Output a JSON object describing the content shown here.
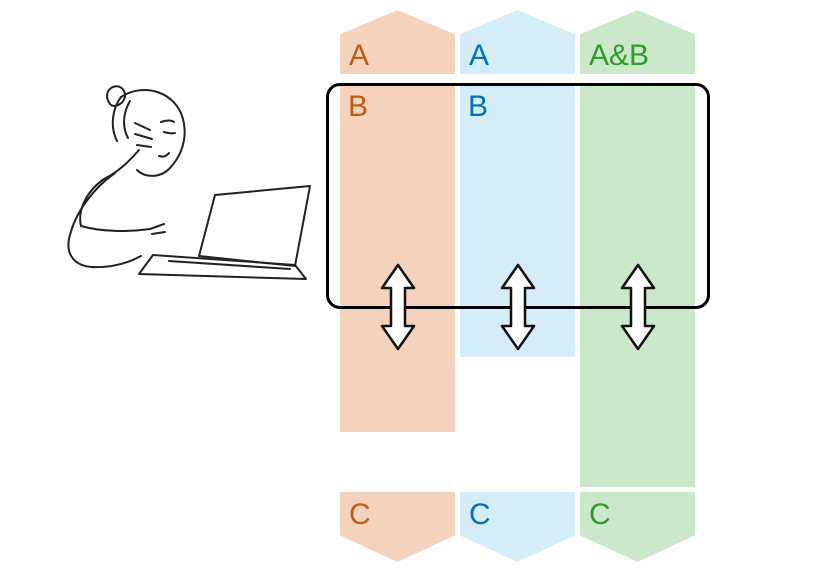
{
  "columns": [
    {
      "name": "left-orange-flow",
      "top_label": "A",
      "inner_label": "B",
      "bottom_label": "C",
      "fill_color": "#f4d3be",
      "label_color": "#c55a11"
    },
    {
      "name": "middle-blue-flow",
      "top_label": "A",
      "inner_label": "B",
      "bottom_label": "C",
      "fill_color": "#d4edf8",
      "label_color": "#0070c0"
    },
    {
      "name": "right-green-flow",
      "top_label": "A&B",
      "inner_label": "",
      "bottom_label": "C",
      "fill_color": "#cbe8cb",
      "label_color": "#2e9b2e"
    }
  ],
  "frame_color": "#000000",
  "arrow": {
    "fill": "#ffffff",
    "stroke": "#111111"
  },
  "illustration": "person-thinking-at-laptop"
}
